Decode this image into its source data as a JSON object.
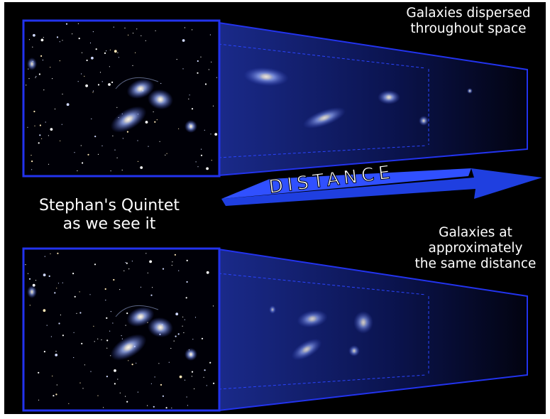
{
  "labels": {
    "top_right": [
      "Galaxies dispersed",
      "throughout space"
    ],
    "bottom_right": [
      "Galaxies at",
      "approximately",
      "the same distance"
    ],
    "left": [
      "Stephan's Quintet",
      "as we see it"
    ],
    "arrow": "DISTANCE"
  },
  "colors": {
    "background": "#000000",
    "frame": "#2233ee",
    "panel_gradient_start": "#1a2a8a",
    "panel_gradient_end": "#020310",
    "arrow_fill": "#1f3fe0",
    "galaxy_glow": "#7f9dff",
    "text": "#ffffff"
  },
  "icons": {
    "arrow": "distance-arrow-icon",
    "galaxy": "galaxy-icon"
  }
}
